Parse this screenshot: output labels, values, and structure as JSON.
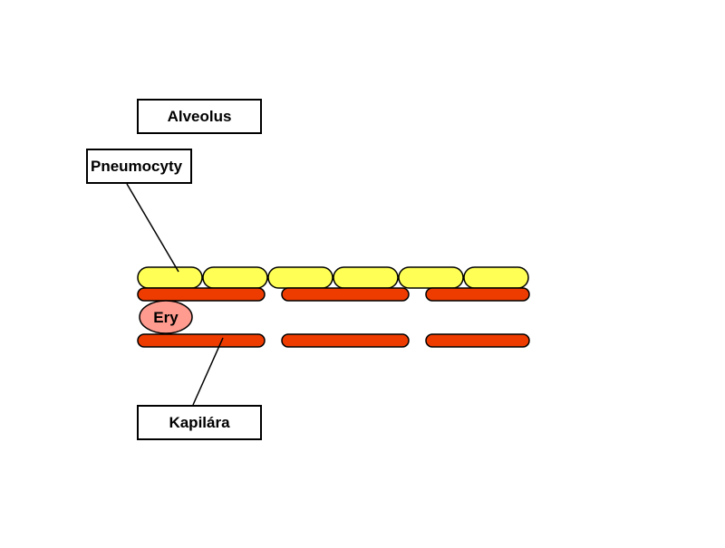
{
  "labels": {
    "alveolus": "Alveolus",
    "pneumocyty": "Pneumocyty",
    "kapilara": "Kapilára",
    "ery": "Ery"
  },
  "colors": {
    "pneumocyte_fill": "#ffff55",
    "capillary_fill": "#ee3c00",
    "erythrocyte_fill": "#ff9b8f",
    "outline": "#000000"
  },
  "structure": {
    "pneumocyte_count": 6,
    "capillary_wall_segments_per_row": 3,
    "capillary_wall_rows": 2
  }
}
